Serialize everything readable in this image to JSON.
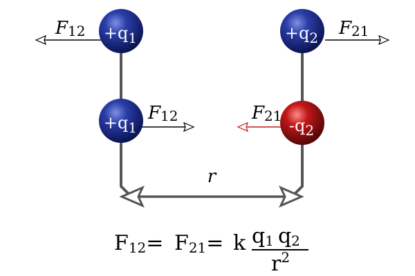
{
  "charges": {
    "top_left": {
      "sign": "+",
      "symbol": "q",
      "subscript": "1"
    },
    "top_right": {
      "sign": "+",
      "symbol": "q",
      "subscript": "2"
    },
    "bottom_left": {
      "sign": "+",
      "symbol": "q",
      "subscript": "1"
    },
    "bottom_right": {
      "sign": "-",
      "symbol": "q",
      "subscript": "2"
    }
  },
  "forces": {
    "f12_top": {
      "symbol": "F",
      "subscript": "12"
    },
    "f21_top": {
      "symbol": "F",
      "subscript": "21"
    },
    "f12_bottom": {
      "symbol": "F",
      "subscript": "12"
    },
    "f21_bottom": {
      "symbol": "F",
      "subscript": "21"
    }
  },
  "distance_label": "r",
  "formula": {
    "lhs1": "F",
    "lhs1_sub": "12",
    "eq1": "=",
    "lhs2": "F",
    "lhs2_sub": "21",
    "eq2": "=",
    "k": "k",
    "num_q1": "q",
    "num_q1_sub": "1",
    "num_q2": "q",
    "num_q2_sub": "2",
    "den": "r",
    "den_sup": "2"
  },
  "colors": {
    "positive": "#1a2a8c",
    "negative": "#b01010",
    "rod": "#555555",
    "arrow_red": "#c01818"
  }
}
